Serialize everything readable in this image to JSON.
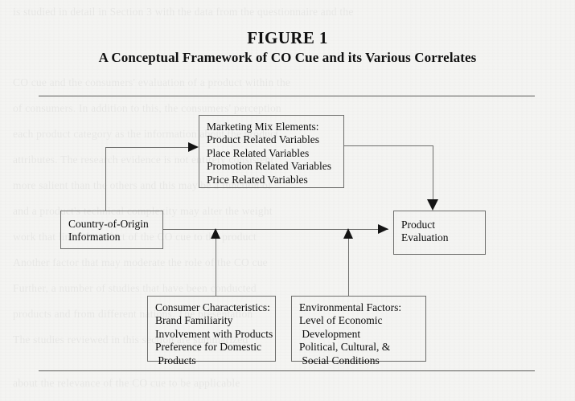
{
  "figure": {
    "number": "FIGURE 1",
    "caption": "A Conceptual Framework of CO Cue and its Various Correlates"
  },
  "nodes": {
    "marketing_mix": {
      "name": "Marketing Mix Elements",
      "text": "Marketing Mix Elements:\nProduct Related Variables\nPlace Related Variables\nPromotion Related Variables\nPrice Related Variables"
    },
    "country_of_origin": {
      "name": "Country-of-Origin Information",
      "text": "Country-of-Origin\nInformation"
    },
    "product_evaluation": {
      "name": "Product Evaluation",
      "text": "Product\nEvaluation"
    },
    "consumer_characteristics": {
      "name": "Consumer Characteristics",
      "text": "Consumer Characteristics:\nBrand Familiarity\nInvolvement with Products\nPreference for Domestic\n Products"
    },
    "environmental_factors": {
      "name": "Environmental Factors",
      "text": "Environmental Factors:\nLevel of Economic\n Development\nPolitical, Cultural, &\n Social Conditions"
    }
  },
  "connectors": [
    {
      "from": "country_of_origin",
      "to": "marketing_mix",
      "style": "elbow-up-right",
      "arrow": "right"
    },
    {
      "from": "marketing_mix",
      "to": "product_evaluation",
      "style": "elbow-right-down",
      "arrow": "down"
    },
    {
      "from": "country_of_origin",
      "to": "product_evaluation",
      "style": "straight-horizontal",
      "arrow": "right"
    },
    {
      "from": "consumer_characteristics",
      "to": "coo-product-path",
      "style": "straight-vertical",
      "arrow": "up"
    },
    {
      "from": "environmental_factors",
      "to": "coo-product-path",
      "style": "straight-vertical",
      "arrow": "up"
    }
  ],
  "colors": {
    "page_background": "#f4f4f2",
    "text": "#111111",
    "box_border": "#6d6d6b",
    "rule": "#5a5a58",
    "arrow_fill": "#141414"
  },
  "background_bleed": {
    "lines": [
      "is studied in detail in Section 3 with the data from the questionnaire and the",
      "CO cue and the consumers' evaluation of a product within the",
      "of consumers. In addition to this, the consumers' perception",
      "each product category as the information about the product",
      "attributes. The research evidence is not entirely consistent",
      "more salient than the others and this may be a function of",
      "and a product's technical complexity may alter the weight",
      "work that links the effect of the CO cue to the product",
      "Another factor that may moderate the role of the CO cue",
      "Further, a number of studies that have been conducted",
      "products and from different nations. The presentation",
      "The studies reviewed in this section are summarized",
      "about the relevance of the CO cue to be applicable"
    ]
  }
}
